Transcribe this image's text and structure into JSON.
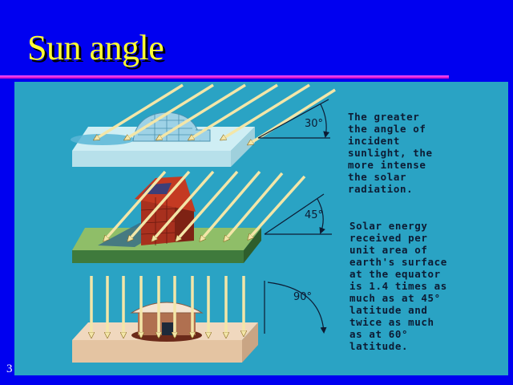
{
  "slide": {
    "title": "Sun angle",
    "number": "3"
  },
  "figure": {
    "angle_labels": [
      "30°",
      "45°",
      "90°"
    ],
    "caption_primary": "The greater\nthe angle of\nincident\nsunlight, the\nmore intense\nthe solar\nradiation.",
    "caption_secondary": "Solar energy\nreceived per\nunit area of\nearth's surface\nat the equator\nis 1.4 times as\nmuch as at 45°\nlatitude and\ntwice as much\nas at 60°\nlatitude."
  },
  "colors": {
    "background": "#0000f0",
    "title": "#ffff33",
    "rule": "#e040e0",
    "figure_background": "#2aa3c4",
    "arrow": "#f3e6a8"
  }
}
